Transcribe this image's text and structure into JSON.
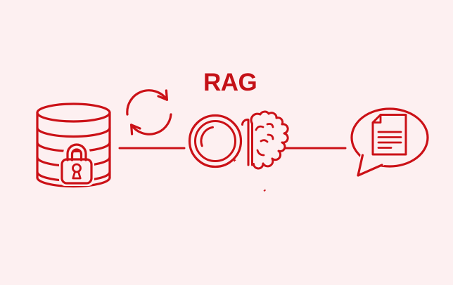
{
  "diagram": {
    "title": "RAG",
    "icons": [
      "database-lock-icon",
      "sync-icon",
      "magnifier-brain-icon",
      "speech-bubble-document-icon"
    ],
    "connectors": [
      "connector-line-left",
      "connector-line-right"
    ]
  },
  "colors": {
    "background": "#fdf0f1",
    "stroke": "#cb1117",
    "title_text": "#c41117"
  }
}
